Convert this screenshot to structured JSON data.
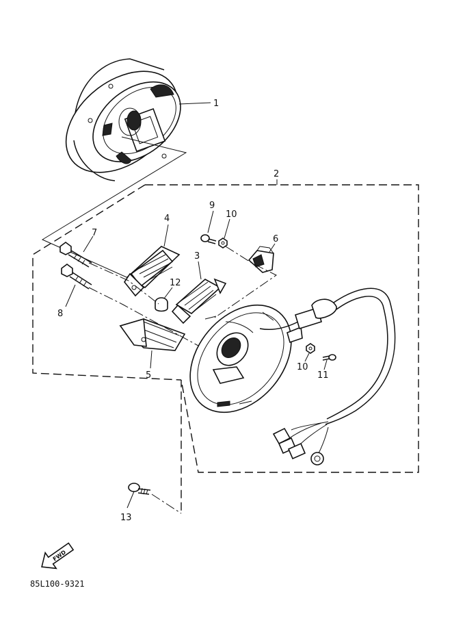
{
  "diagram": {
    "callouts": {
      "c1": "1",
      "c2": "2",
      "c3": "3",
      "c4": "4",
      "c5": "5",
      "c6": "6",
      "c7": "7",
      "c8": "8",
      "c9": "9",
      "c10a": "10",
      "c10b": "10",
      "c11": "11",
      "c12": "12",
      "c13": "13"
    },
    "fwd_label": "FWD",
    "drawing_code": "85L100-9321"
  }
}
